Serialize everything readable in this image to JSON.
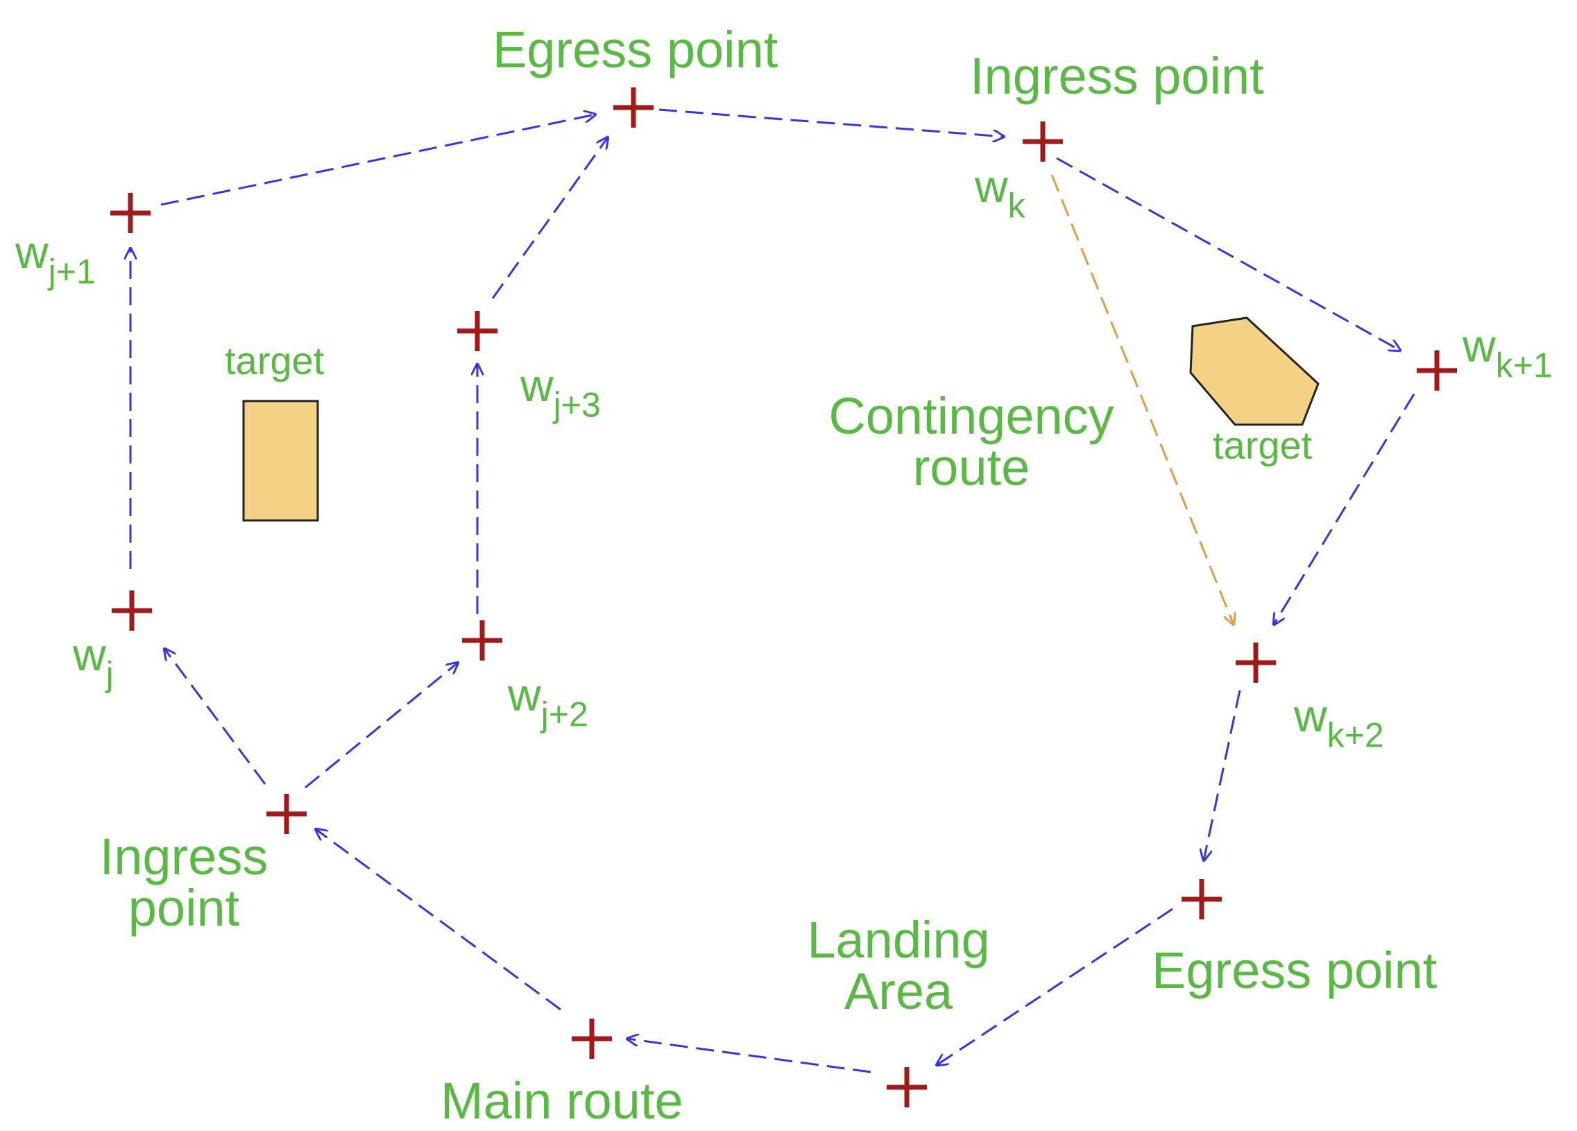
{
  "labels": {
    "egress_top": "Egress point",
    "ingress_top": "Ingress point",
    "ingress_bottom_left": "Ingress point",
    "egress_bottom_right": "Egress point",
    "landing_area": "Landing Area",
    "main_route": "Main route",
    "contingency_route": "Contingency route",
    "target_left": "target",
    "target_right": "target"
  },
  "waypoints": {
    "wj": {
      "base": "w",
      "sub": "j"
    },
    "wj1": {
      "base": "w",
      "sub": "j+1"
    },
    "wj2": {
      "base": "w",
      "sub": "j+2"
    },
    "wj3": {
      "base": "w",
      "sub": "j+3"
    },
    "wk": {
      "base": "w",
      "sub": "k"
    },
    "wk1": {
      "base": "w",
      "sub": "k+1"
    },
    "wk2": {
      "base": "w",
      "sub": "k+2"
    }
  },
  "colors": {
    "route_main": "#3535e0",
    "route_contingency": "#e39a4a",
    "marker": "#a11a1a",
    "label": "#59b944",
    "target_fill": "#f4d285",
    "target_stroke": "#222222"
  }
}
